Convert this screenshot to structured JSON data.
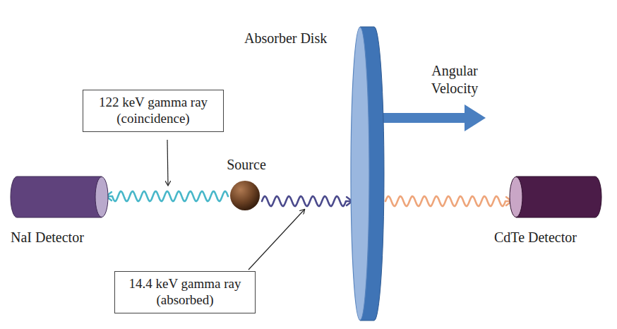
{
  "diagram": {
    "nodes": [
      {
        "text": [
          "122 keV gamma ray (coincidence)"
        ]
      },
      {
        "text": [
          "NaI Detector"
        ]
      },
      {
        "text": [
          "Source"
        ]
      },
      {
        "text": [
          "Absorber Disk"
        ]
      },
      {
        "text": [
          "CdTe Detector"
        ]
      },
      {
        "text": [
          "14.4 keV gamma ray (absorbed)"
        ]
      }
    ],
    "edges": [
      {
        "from": 2,
        "to": 1,
        "arrow": "to"
      },
      {
        "from": 2,
        "to": 3,
        "arrow": "to"
      },
      {
        "from": 3,
        "to": 4,
        "arrow": "to"
      }
    ],
    "labels": [
      "Angular Velocity"
    ]
  }
}
